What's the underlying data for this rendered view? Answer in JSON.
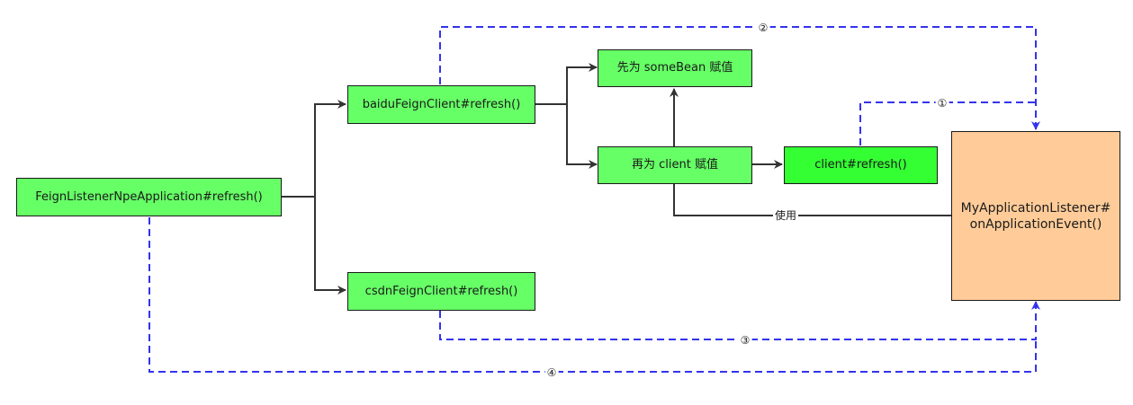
{
  "nodes": {
    "feign_app": "FeignListenerNpeApplication#refresh()",
    "baidu": "baiduFeignClient#refresh()",
    "csdn": "csdnFeignClient#refresh()",
    "some_bean": "先为 someBean 赋值",
    "client_assign": "再为 client 赋值",
    "client_refresh": "client#refresh()",
    "listener_line1": "MyApplicationListener#",
    "listener_line2": "onApplicationEvent()"
  },
  "edge_labels": {
    "use": "使用",
    "step1": "①",
    "step2": "②",
    "step3": "③",
    "step4": "④"
  },
  "colors": {
    "solid_edge": "#333333",
    "dashed_edge": "#3333ee",
    "node_green": "#66ff66",
    "node_green_dark": "#33ff33",
    "node_orange": "#ffcc99"
  }
}
